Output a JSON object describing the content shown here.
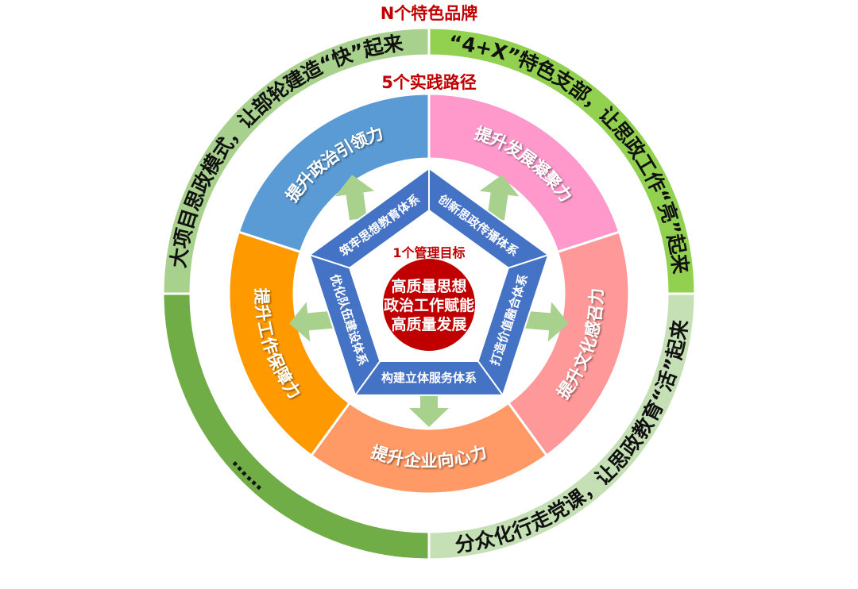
{
  "titles": {
    "outer": "N个特色品牌",
    "middle": "5个实践路径",
    "core": "1个管理目标"
  },
  "outer_ring": [
    {
      "text": "大项目思政模式，让部轮建造“快”起来",
      "color": "#a9d18e"
    },
    {
      "text": "“4+X”特色支部，让思政工作“亮”起来",
      "color": "#92d050"
    },
    {
      "text": "分众化行走党课，让思政教育“活”起来",
      "color": "#c5e0b4"
    },
    {
      "text": "……",
      "color": "#70ad47"
    }
  ],
  "middle_ring": [
    {
      "text": "提升政治引领力",
      "color": "#5b9bd5"
    },
    {
      "text": "提升发展凝聚力",
      "color": "#ff99cc"
    },
    {
      "text": "提升文化感召力",
      "color": "#ff9999"
    },
    {
      "text": "提升企业向心力",
      "color": "#ff9966"
    },
    {
      "text": "提升工作保障力",
      "color": "#ff9900"
    }
  ],
  "pentagon": [
    "筑牢思想教育体系",
    "创新思政传播体系",
    "打造价值融合体系",
    "构建立体服务体系",
    "优化队伍建设体系"
  ],
  "core": {
    "lines": [
      "高质量思想",
      "政治工作赋能",
      "高质量发展"
    ],
    "color": "#c00000"
  },
  "colors": {
    "pentagon_band": "#4472c4",
    "arrows": "#a9d18e",
    "title_red": "#c00000"
  }
}
